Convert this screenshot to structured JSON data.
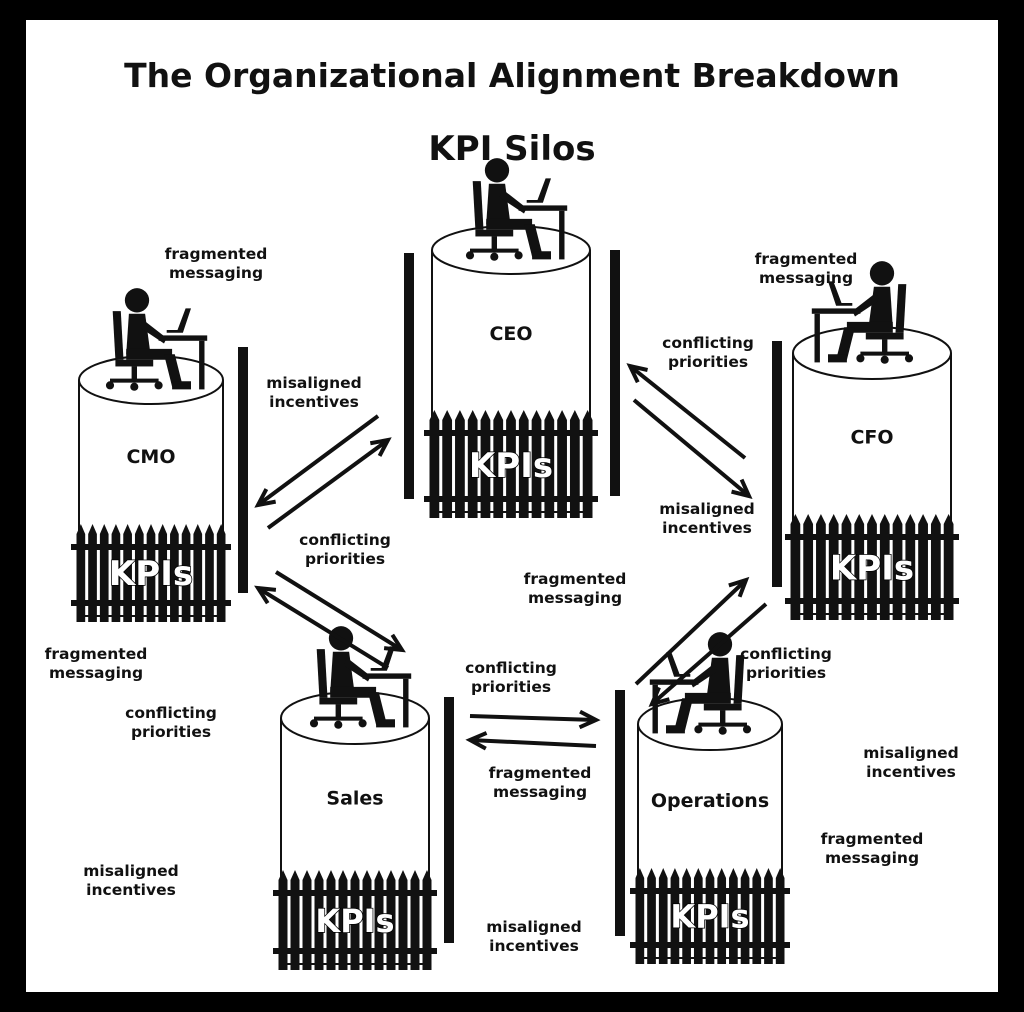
{
  "title": "The Organizational Alignment Breakdown",
  "subtitle": "KPI Silos",
  "colors": {
    "background": "#ffffff",
    "border": "#000000",
    "ink": "#111111"
  },
  "nodes": [
    {
      "id": "ceo",
      "label": "CEO",
      "badge": "KPIs",
      "icon": "person-at-desk-icon"
    },
    {
      "id": "cmo",
      "label": "CMO",
      "badge": "KPIs",
      "icon": "person-at-desk-icon"
    },
    {
      "id": "cfo",
      "label": "CFO",
      "badge": "KPIs",
      "icon": "person-at-desk-icon"
    },
    {
      "id": "sales",
      "label": "Sales",
      "badge": "KPIs",
      "icon": "person-at-desk-icon"
    },
    {
      "id": "operations",
      "label": "Operations",
      "badge": "KPIs",
      "icon": "person-at-desk-icon"
    }
  ],
  "labels": [
    {
      "line1": "fragmented",
      "line2": "messaging"
    },
    {
      "line1": "fragmented",
      "line2": "messaging"
    },
    {
      "line1": "misaligned",
      "line2": "incentives"
    },
    {
      "line1": "conflicting",
      "line2": "priorities"
    },
    {
      "line1": "conflicting",
      "line2": "priorities"
    },
    {
      "line1": "misaligned",
      "line2": "incentives"
    },
    {
      "line1": "fragmented",
      "line2": "messaging"
    },
    {
      "line1": "fragmented",
      "line2": "messaging"
    },
    {
      "line1": "conflicting",
      "line2": "priorities"
    },
    {
      "line1": "conflicting",
      "line2": "priorities"
    },
    {
      "line1": "conflicting",
      "line2": "priorities"
    },
    {
      "line1": "fragmented",
      "line2": "messaging"
    },
    {
      "line1": "misaligned",
      "line2": "incentives"
    },
    {
      "line1": "fragmented",
      "line2": "messaging"
    },
    {
      "line1": "misaligned",
      "line2": "incentives"
    },
    {
      "line1": "misaligned",
      "line2": "incentives"
    }
  ]
}
